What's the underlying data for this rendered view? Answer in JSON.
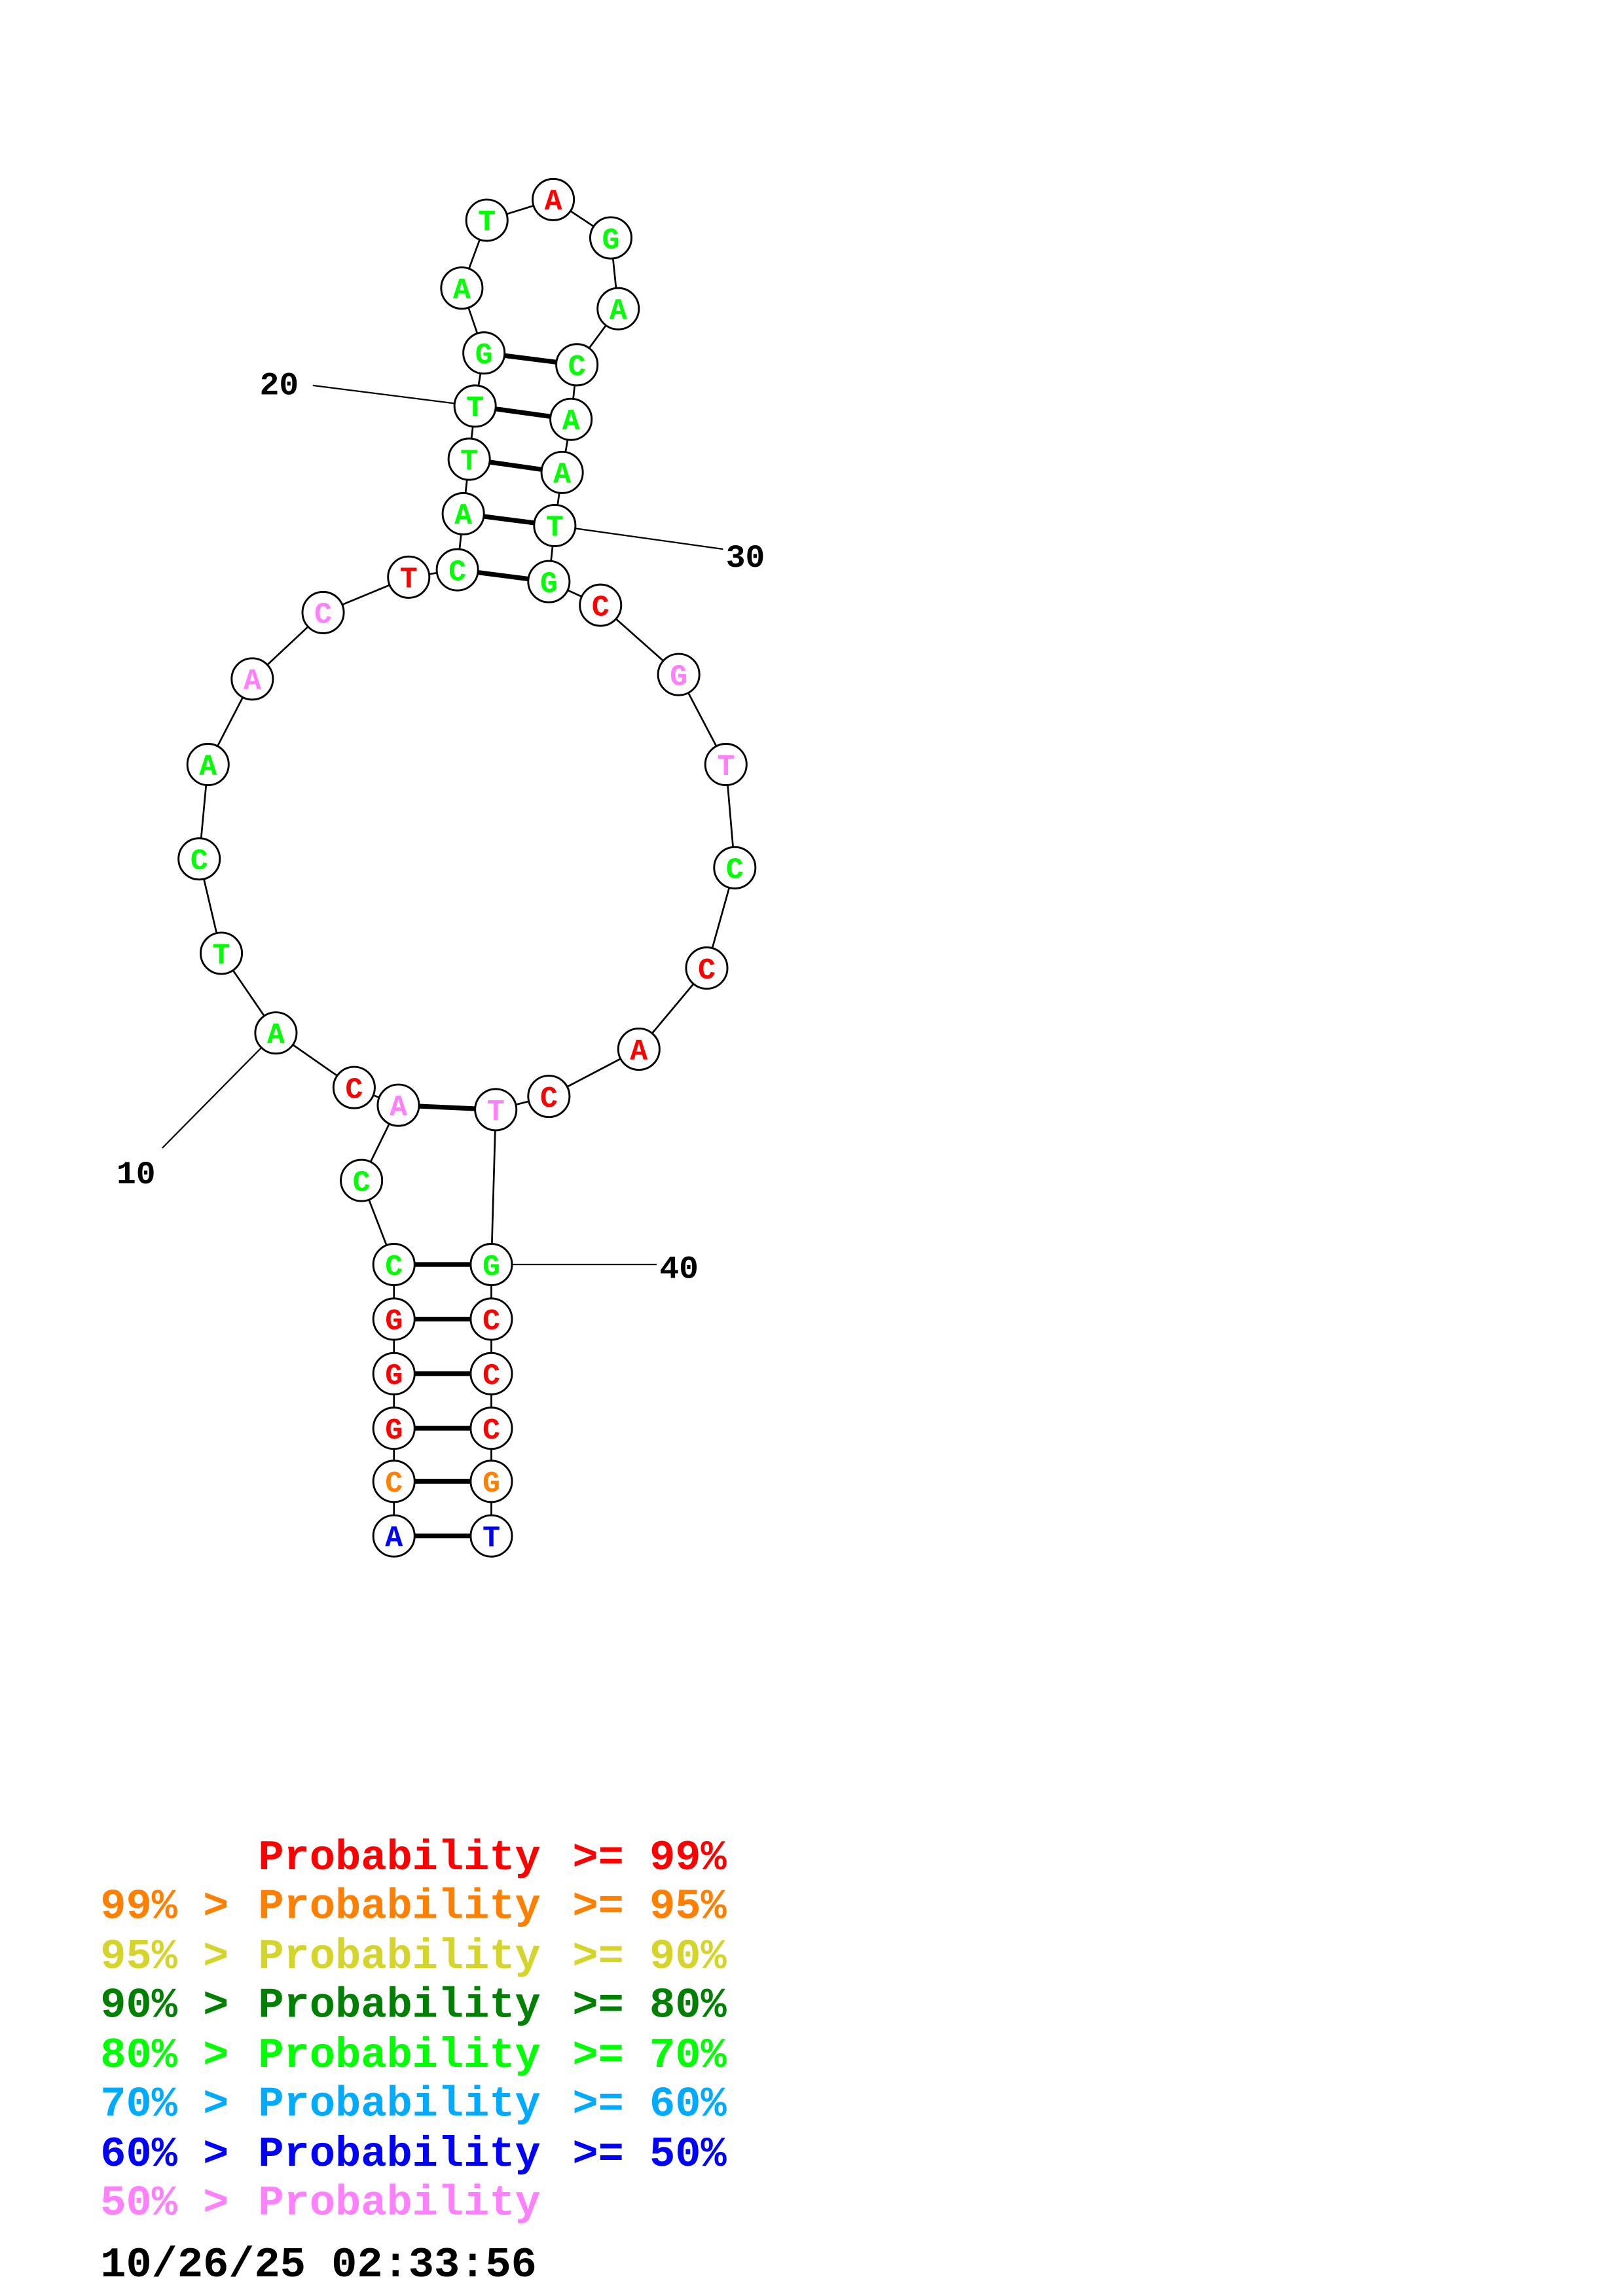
{
  "structure": {
    "sequence": [
      "A",
      "C",
      "G",
      "G",
      "G",
      "C",
      "C",
      "A",
      "C",
      "A",
      "T",
      "C",
      "A",
      "A",
      "C",
      "T",
      "C",
      "A",
      "T",
      "T",
      "G",
      "A",
      "T",
      "A",
      "G",
      "A",
      "C",
      "A",
      "A",
      "T",
      "G",
      "C",
      "G",
      "T",
      "C",
      "C",
      "A",
      "C",
      "T",
      "G",
      "C",
      "C",
      "C",
      "G",
      "T"
    ],
    "probability_class": [
      6,
      1,
      0,
      0,
      0,
      4,
      4,
      7,
      0,
      4,
      4,
      4,
      4,
      7,
      7,
      0,
      4,
      4,
      4,
      4,
      4,
      4,
      4,
      0,
      4,
      4,
      4,
      4,
      4,
      4,
      4,
      0,
      7,
      7,
      4,
      0,
      0,
      0,
      7,
      4,
      0,
      0,
      0,
      1,
      6
    ],
    "pairs": [
      [
        1,
        45
      ],
      [
        2,
        44
      ],
      [
        3,
        43
      ],
      [
        4,
        42
      ],
      [
        5,
        41
      ],
      [
        6,
        40
      ],
      [
        8,
        39
      ],
      [
        17,
        31
      ],
      [
        18,
        30
      ],
      [
        19,
        29
      ],
      [
        20,
        28
      ],
      [
        21,
        27
      ]
    ],
    "position_labels": [
      "10",
      "20",
      "30",
      "40"
    ]
  },
  "legend": {
    "colors": [
      "#ff0000",
      "#ff8000",
      "#d4d42a",
      "#008000",
      "#00ff00",
      "#00aaff",
      "#0000ff",
      "#ff80ff"
    ],
    "rows": [
      {
        "prefix": "",
        "middle": "Probability",
        "suffix": ">= 99%"
      },
      {
        "prefix": "99% >",
        "middle": "Probability",
        "suffix": ">= 95%"
      },
      {
        "prefix": "95% >",
        "middle": "Probability",
        "suffix": ">= 90%"
      },
      {
        "prefix": "90% >",
        "middle": "Probability",
        "suffix": ">= 80%"
      },
      {
        "prefix": "80% >",
        "middle": "Probability",
        "suffix": ">= 70%"
      },
      {
        "prefix": "70% >",
        "middle": "Probability",
        "suffix": ">= 60%"
      },
      {
        "prefix": "60% >",
        "middle": "Probability",
        "suffix": ">= 50%"
      },
      {
        "prefix": "50% >",
        "middle": "Probability",
        "suffix": ""
      }
    ],
    "timestamp": "10/26/25 02:33:56"
  }
}
